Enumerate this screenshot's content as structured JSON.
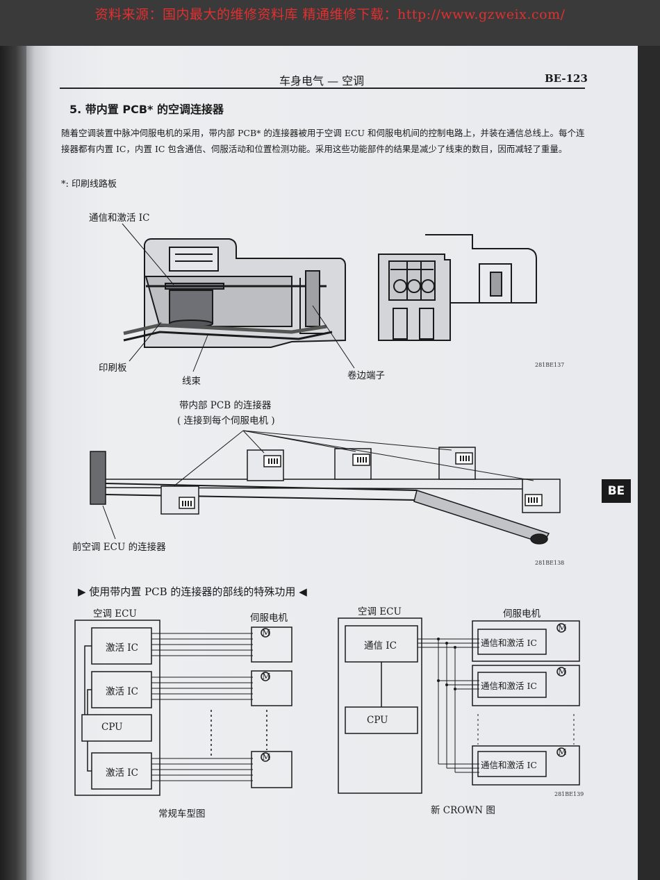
{
  "watermark": "资料来源：国内最大的维修资料库 精通维修下载：http://www.gzweix.com/",
  "header": {
    "title": "车身电气 — 空调",
    "page": "BE-123"
  },
  "section": {
    "title": "5.  带内置 PCB* 的空调连接器",
    "paragraph": "随着空调装置中脉冲伺服电机的采用，带内部 PCB* 的连接器被用于空调 ECU 和伺服电机间的控制电路上，并装在通信总线上。每个连接器都有内置 IC，内置 IC 包含通信、伺服活动和位置检测功能。采用这些功能部件的结果是减少了线束的数目，因而减轻了重量。",
    "footnote": "*: 印刷线路板"
  },
  "figure1": {
    "label_ic": "通信和激活 IC",
    "label_pcb": "印刷板",
    "label_harness": "线束",
    "label_terminal": "卷边端子",
    "code": "281BE137"
  },
  "figure2": {
    "label_connector_line1": "带内部 PCB 的连接器",
    "label_connector_line2": "( 连接到每个伺服电机 )",
    "label_ecu_connector": "前空调 ECU 的连接器",
    "code": "281BE138"
  },
  "side_tab": "BE",
  "figure3": {
    "title": "▶ 使用带内置 PCB 的连接器的部线的特殊功用 ◀",
    "left": {
      "ecu_label": "空调 ECU",
      "servo_label": "伺服电机",
      "ic_labels": [
        "激活 IC",
        "激活 IC",
        "激活 IC"
      ],
      "cpu_label": "CPU",
      "caption": "常规车型图"
    },
    "right": {
      "ecu_label": "空调 ECU",
      "servo_label": "伺服电机",
      "comm_ic_label": "通信 IC",
      "cpu_label": "CPU",
      "servo_ic_labels": [
        "通信和激活 IC",
        "通信和激活 IC",
        "通信和激活 IC"
      ],
      "caption": "新 CROWN 图"
    },
    "motor_symbol": "M",
    "code": "281BE139"
  }
}
